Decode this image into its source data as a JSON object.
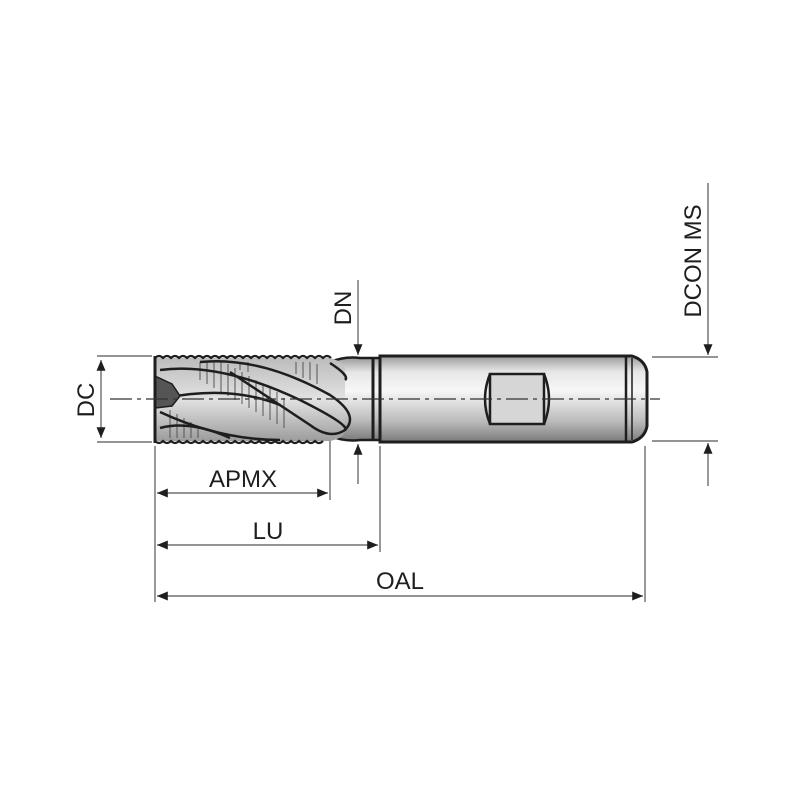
{
  "diagram": {
    "subject": "roughing end mill",
    "colors": {
      "outline": "#1e1e1e",
      "dimension_line": "#555555",
      "body_light": "#f2f2f2",
      "body_mid": "#c8c8c8",
      "body_dark": "#8a8a8a",
      "background": "#ffffff"
    },
    "dimensions": {
      "dc": {
        "label": "DC"
      },
      "dn": {
        "label": "DN"
      },
      "dcon_ms": {
        "label": "DCON MS"
      },
      "apmx": {
        "label": "APMX"
      },
      "lu": {
        "label": "LU"
      },
      "oal": {
        "label": "OAL"
      }
    }
  }
}
